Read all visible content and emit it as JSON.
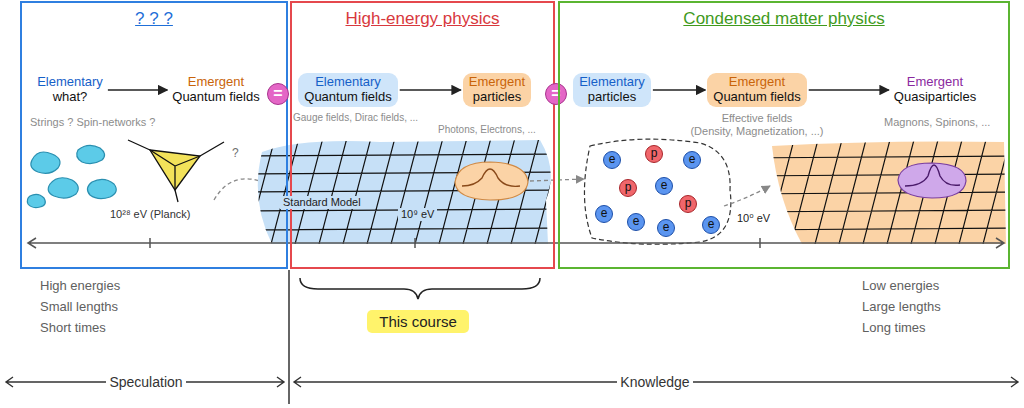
{
  "diagram": {
    "nodes": [
      {
        "text": [
          "? ? ?"
        ]
      },
      {
        "text": [
          "Elementary",
          "what?"
        ],
        "in": 0
      },
      {
        "text": [
          "Emergent",
          "Quantum fields"
        ],
        "in": 0
      },
      {
        "text": [
          "="
        ]
      },
      {
        "text": [
          "High-energy physics"
        ]
      },
      {
        "text": [
          "Elementary",
          "Quantum fields"
        ],
        "in": 4
      },
      {
        "text": [
          "Emergent",
          "particles"
        ],
        "in": 4
      },
      {
        "text": [
          "="
        ]
      },
      {
        "text": [
          "Condensed matter physics"
        ]
      },
      {
        "text": [
          "Elementary",
          "particles"
        ],
        "in": 8
      },
      {
        "text": [
          "Emergent",
          "Quantum fields"
        ],
        "in": 8
      },
      {
        "text": [
          "Emergent",
          "Quasiparticles"
        ],
        "in": 8
      },
      {
        "text": [
          "e"
        ],
        "in": 8
      },
      {
        "text": [
          "p"
        ],
        "in": 8
      },
      {
        "text": [
          "e"
        ],
        "in": 8
      },
      {
        "text": [
          "p"
        ],
        "in": 8
      },
      {
        "text": [
          "e"
        ],
        "in": 8
      },
      {
        "text": [
          "e"
        ],
        "in": 8
      },
      {
        "text": [
          "p"
        ],
        "in": 8
      },
      {
        "text": [
          "e"
        ],
        "in": 8
      },
      {
        "text": [
          "e"
        ],
        "in": 8
      },
      {
        "text": [
          "e"
        ],
        "in": 8
      },
      {
        "text": [
          "This course"
        ]
      }
    ],
    "edges": [
      {
        "from": 1,
        "to": 2,
        "arrow": "to"
      },
      {
        "from": 5,
        "to": 6,
        "arrow": "to"
      },
      {
        "from": 9,
        "to": 10,
        "arrow": "to"
      },
      {
        "from": 10,
        "to": 11,
        "arrow": "to"
      }
    ],
    "labels": [
      "Strings ? Spin-networks ?",
      "?",
      "Gauge fields, Dirac fields, ...",
      "Photons, Electrons, ...",
      "Effective fields",
      "(Density, Magnetization, ...)",
      "Magnons, Spinons, ...",
      "10²⁸ eV (Planck)",
      "Standard Model",
      "10⁹ eV",
      "10⁰ eV",
      "High energies",
      "Small lengths",
      "Short times",
      "Low energies",
      "Large lengths",
      "Long times",
      "Speculation",
      "Knowledge"
    ]
  }
}
